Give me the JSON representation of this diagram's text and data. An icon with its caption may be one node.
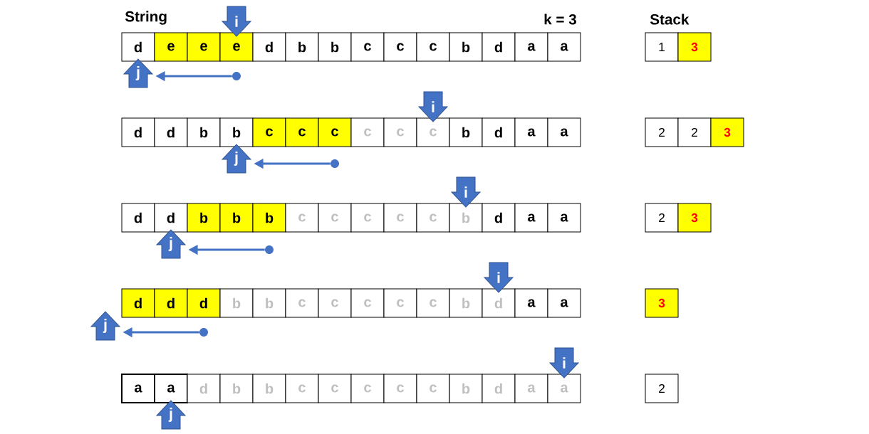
{
  "diagram": {
    "nodes": [
      {
        "text": [
          "i"
        ]
      },
      {
        "text": [
          "d"
        ]
      },
      {
        "text": [
          "e"
        ]
      },
      {
        "text": [
          "e"
        ]
      },
      {
        "text": [
          "e"
        ]
      },
      {
        "text": [
          "d"
        ]
      },
      {
        "text": [
          "b"
        ]
      },
      {
        "text": [
          "b"
        ]
      },
      {
        "text": [
          "c"
        ]
      },
      {
        "text": [
          "c"
        ]
      },
      {
        "text": [
          "c"
        ]
      },
      {
        "text": [
          "b"
        ]
      },
      {
        "text": [
          "d"
        ]
      },
      {
        "text": [
          "a"
        ]
      },
      {
        "text": [
          "a"
        ]
      },
      {
        "text": [
          "1"
        ]
      },
      {
        "text": [
          "3"
        ]
      },
      {
        "text": [
          "j"
        ]
      },
      {
        "text": [],
        "shape": "circle"
      },
      {
        "text": [
          "i"
        ]
      },
      {
        "text": [
          "d"
        ]
      },
      {
        "text": [
          "d"
        ]
      },
      {
        "text": [
          "b"
        ]
      },
      {
        "text": [
          "b"
        ]
      },
      {
        "text": [
          "c"
        ]
      },
      {
        "text": [
          "c"
        ]
      },
      {
        "text": [
          "c"
        ]
      },
      {
        "text": [
          "c"
        ]
      },
      {
        "text": [
          "c"
        ]
      },
      {
        "text": [
          "c"
        ]
      },
      {
        "text": [
          "b"
        ]
      },
      {
        "text": [
          "d"
        ]
      },
      {
        "text": [
          "a"
        ]
      },
      {
        "text": [
          "a"
        ]
      },
      {
        "text": [
          "2"
        ]
      },
      {
        "text": [
          "2"
        ]
      },
      {
        "text": [
          "3"
        ]
      },
      {
        "text": [
          "j"
        ]
      },
      {
        "text": [],
        "shape": "circle"
      },
      {
        "text": [
          "i"
        ]
      },
      {
        "text": [
          "d"
        ]
      },
      {
        "text": [
          "d"
        ]
      },
      {
        "text": [
          "b"
        ]
      },
      {
        "text": [
          "b"
        ]
      },
      {
        "text": [
          "b"
        ]
      },
      {
        "text": [
          "c"
        ]
      },
      {
        "text": [
          "c"
        ]
      },
      {
        "text": [
          "c"
        ]
      },
      {
        "text": [
          "c"
        ]
      },
      {
        "text": [
          "c"
        ]
      },
      {
        "text": [
          "b"
        ]
      },
      {
        "text": [
          "d"
        ]
      },
      {
        "text": [
          "a"
        ]
      },
      {
        "text": [
          "a"
        ]
      },
      {
        "text": [
          "2"
        ]
      },
      {
        "text": [
          "3"
        ]
      },
      {
        "text": [
          "j"
        ]
      },
      {
        "text": [],
        "shape": "circle"
      },
      {
        "text": [
          "i"
        ]
      },
      {
        "text": [
          "d"
        ]
      },
      {
        "text": [
          "d"
        ]
      },
      {
        "text": [
          "d"
        ]
      },
      {
        "text": [
          "b"
        ]
      },
      {
        "text": [
          "b"
        ]
      },
      {
        "text": [
          "c"
        ]
      },
      {
        "text": [
          "c"
        ]
      },
      {
        "text": [
          "c"
        ]
      },
      {
        "text": [
          "c"
        ]
      },
      {
        "text": [
          "c"
        ]
      },
      {
        "text": [
          "b"
        ]
      },
      {
        "text": [
          "d"
        ]
      },
      {
        "text": [
          "a"
        ]
      },
      {
        "text": [
          "a"
        ]
      },
      {
        "text": [
          "3"
        ]
      },
      {
        "text": [
          "j"
        ]
      },
      {
        "text": [],
        "shape": "circle"
      },
      {
        "text": [
          "i"
        ]
      },
      {
        "text": [
          "a"
        ]
      },
      {
        "text": [
          "a"
        ]
      },
      {
        "text": [
          "d"
        ]
      },
      {
        "text": [
          "b"
        ]
      },
      {
        "text": [
          "b"
        ]
      },
      {
        "text": [
          "c"
        ]
      },
      {
        "text": [
          "c"
        ]
      },
      {
        "text": [
          "c"
        ]
      },
      {
        "text": [
          "c"
        ]
      },
      {
        "text": [
          "c"
        ]
      },
      {
        "text": [
          "b"
        ]
      },
      {
        "text": [
          "d"
        ]
      },
      {
        "text": [
          "a"
        ]
      },
      {
        "text": [
          "a"
        ]
      },
      {
        "text": [
          "2"
        ]
      },
      {
        "text": [
          "j"
        ]
      }
    ],
    "edges": [
      {
        "from": 18,
        "to": 17,
        "arrow": "to"
      },
      {
        "from": 38,
        "to": 37,
        "arrow": "to"
      },
      {
        "from": 57,
        "to": 56,
        "arrow": "to"
      },
      {
        "from": 75,
        "to": 74,
        "arrow": "to"
      }
    ],
    "labels": [
      "String",
      "k = 3",
      "Stack"
    ]
  }
}
